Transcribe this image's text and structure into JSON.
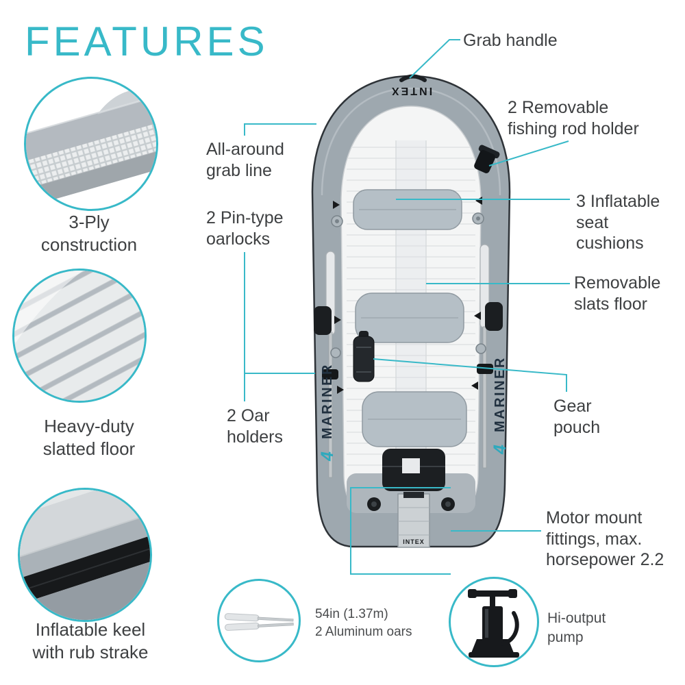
{
  "accent_color": "#38b9c8",
  "title": "FEATURES",
  "brand": {
    "name": "INTEX",
    "model": "MARINER",
    "model_number": "4"
  },
  "left_features": [
    {
      "icon": "layered-material",
      "label": "3-Ply\nconstruction"
    },
    {
      "icon": "slatted-floor",
      "label": "Heavy-duty\nslatted floor"
    },
    {
      "icon": "inflatable-keel",
      "label": "Inflatable keel\nwith rub strake"
    }
  ],
  "callouts": {
    "grab_handle": "Grab handle",
    "fishing_rod_holder": "2 Removable\nfishing rod holder",
    "grab_line": "All-around\ngrab line",
    "oarlocks": "2 Pin-type\noarlocks",
    "seat_cushions": "3 Inflatable\nseat\ncushions",
    "slats_floor": "Removable\nslats floor",
    "gear_pouch": "Gear\npouch",
    "oar_holders": "2 Oar\nholders",
    "motor_mount": "Motor mount\nfittings, max.\nhorsepower 2.2"
  },
  "bottom_features": [
    {
      "icon": "aluminum-oars",
      "label": "54in (1.37m)\n2 Aluminum oars"
    },
    {
      "icon": "hi-output-pump",
      "label": "Hi-output\npump"
    }
  ]
}
